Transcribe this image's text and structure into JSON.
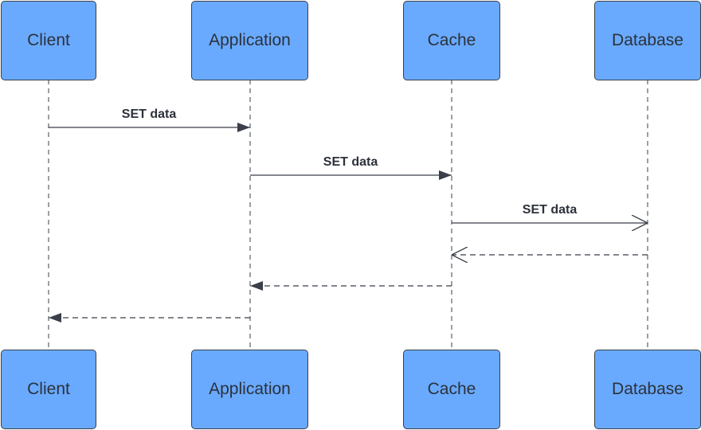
{
  "participants": [
    {
      "id": "client",
      "label": "Client"
    },
    {
      "id": "application",
      "label": "Application"
    },
    {
      "id": "cache",
      "label": "Cache"
    },
    {
      "id": "database",
      "label": "Database"
    }
  ],
  "messages": [
    {
      "from": "client",
      "to": "application",
      "label": "SET data",
      "style": "solid",
      "head": "filled"
    },
    {
      "from": "application",
      "to": "cache",
      "label": "SET data",
      "style": "solid",
      "head": "filled"
    },
    {
      "from": "cache",
      "to": "database",
      "label": "SET data",
      "style": "solid",
      "head": "open"
    },
    {
      "from": "database",
      "to": "cache",
      "label": "",
      "style": "dashed",
      "head": "open"
    },
    {
      "from": "cache",
      "to": "application",
      "label": "",
      "style": "dashed",
      "head": "filled"
    },
    {
      "from": "application",
      "to": "client",
      "label": "",
      "style": "dashed",
      "head": "filled"
    }
  ],
  "colors": {
    "box_fill": "#69aaff",
    "stroke": "#3a3f4a",
    "text": "#2c313b"
  }
}
